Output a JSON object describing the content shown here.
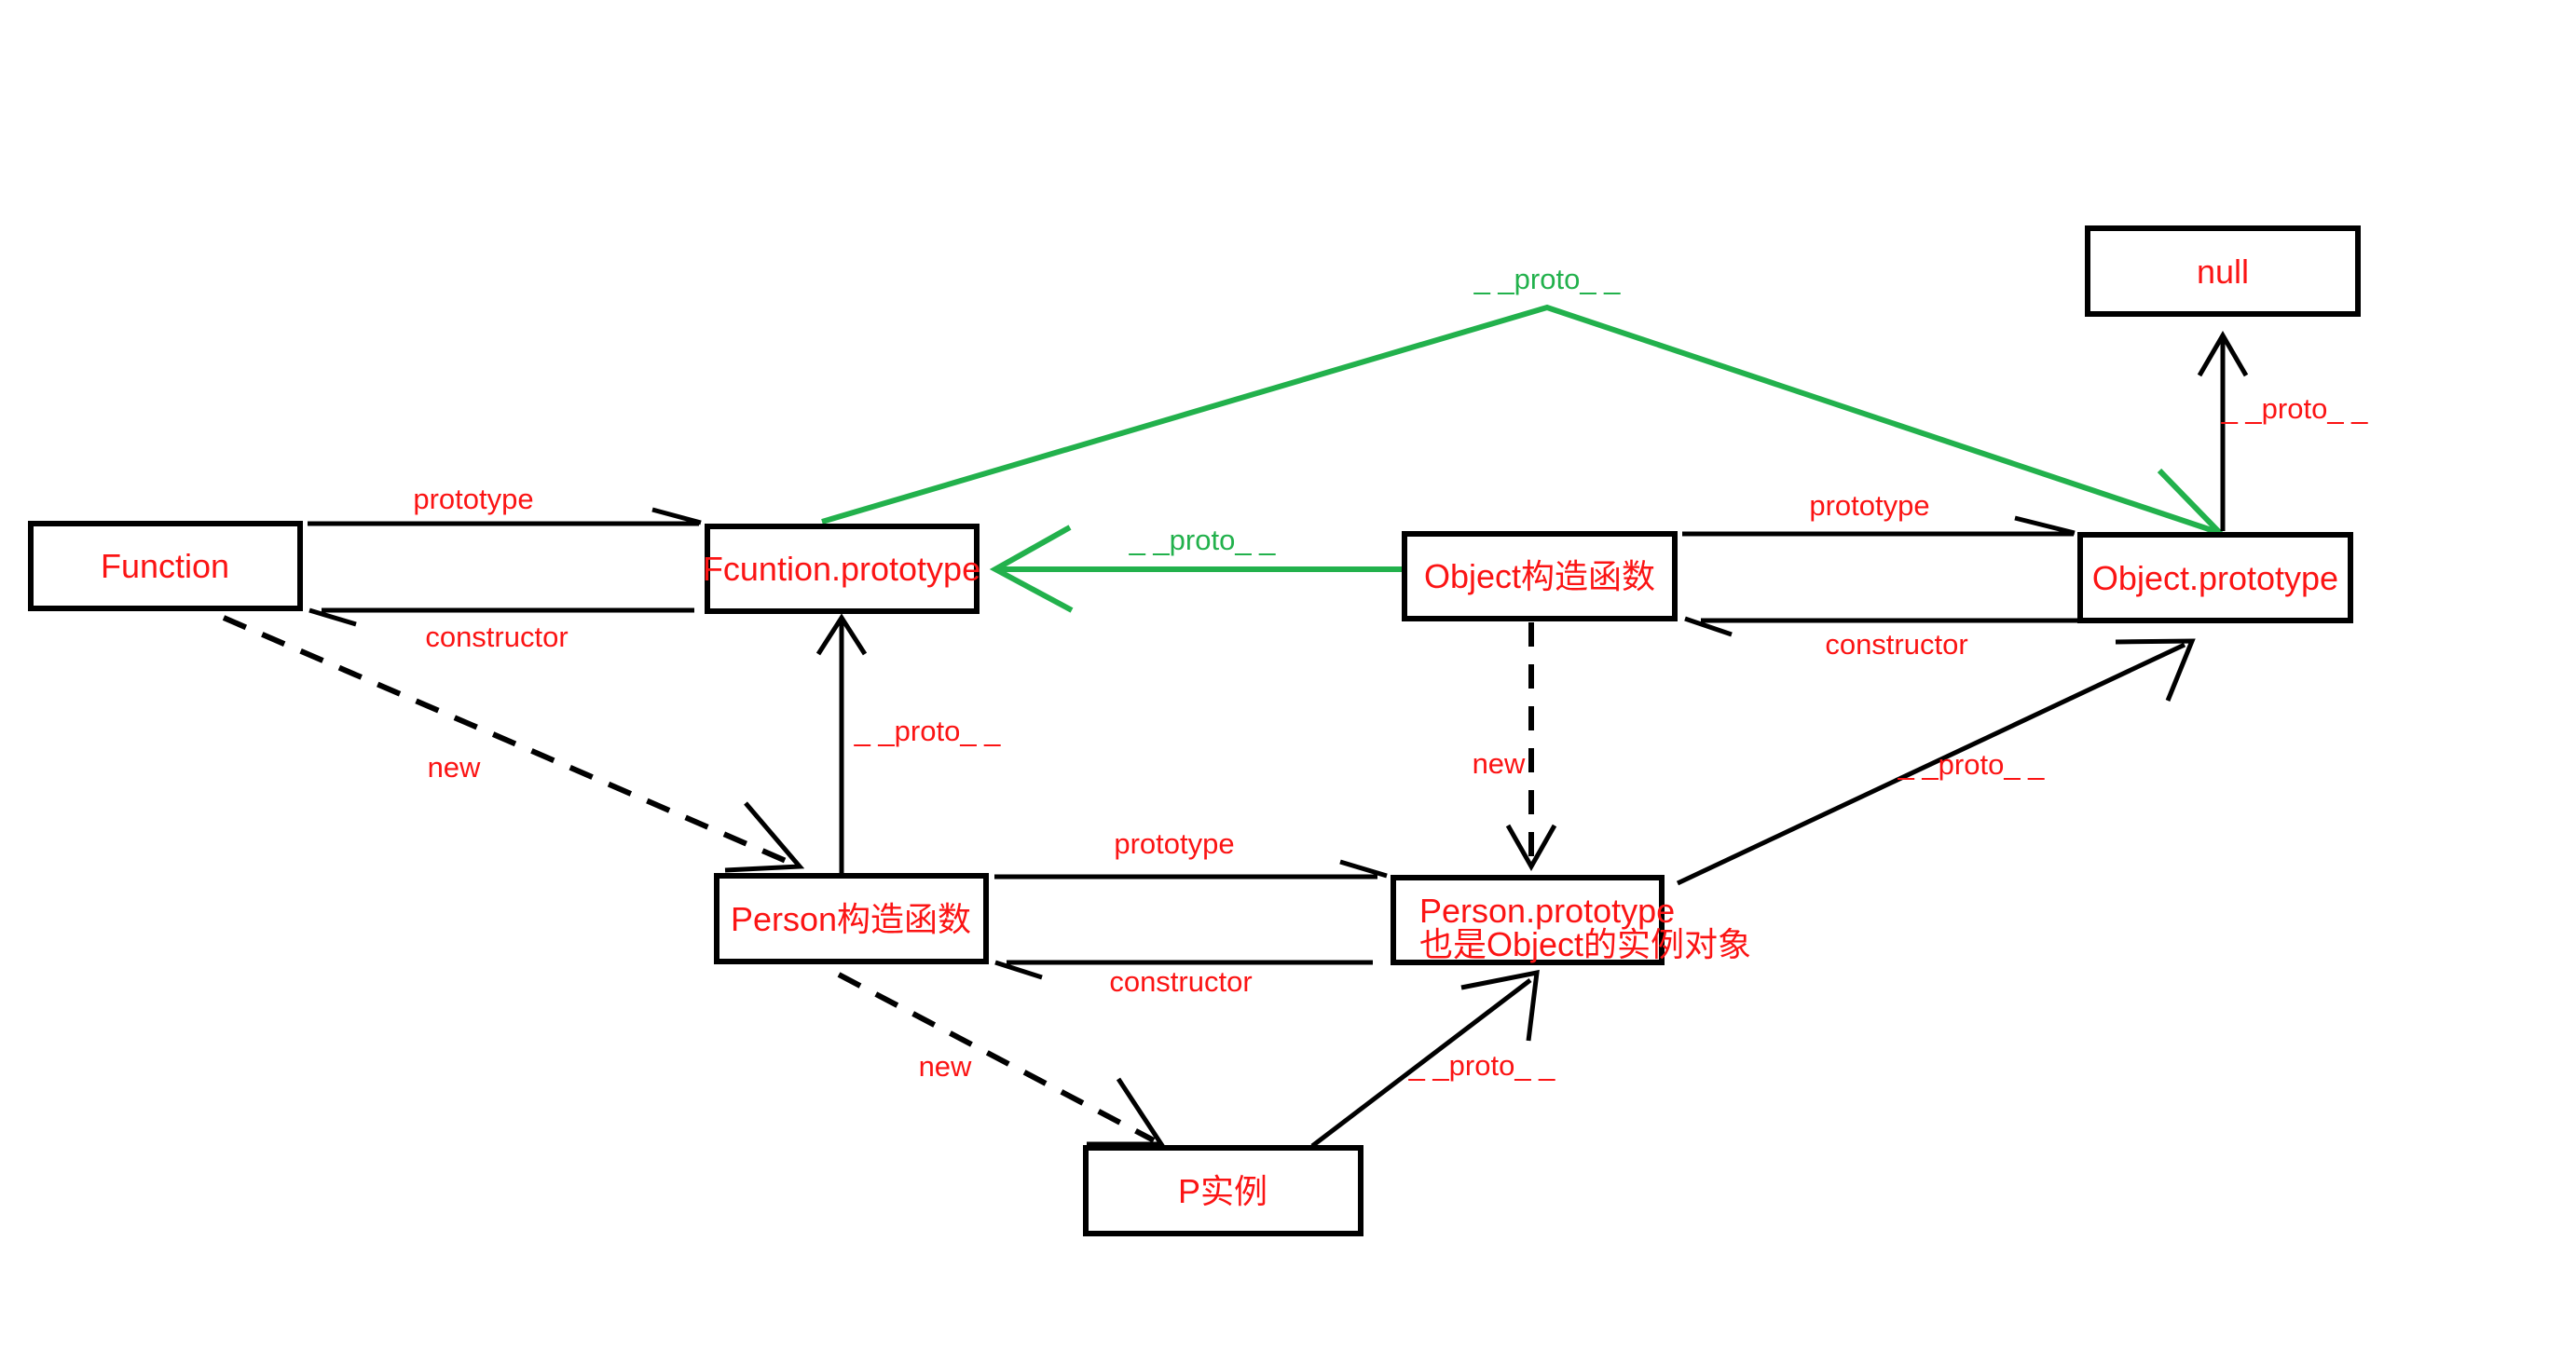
{
  "diagram": {
    "title_hint": "JavaScript prototype chain diagram",
    "colors": {
      "red": "#fb1414",
      "green": "#22b14c",
      "black": "#000000",
      "background": "#ffffff"
    },
    "nodes": {
      "function": {
        "label": "Function"
      },
      "fcuntion_prototype": {
        "label": "Fcuntion.prototype"
      },
      "object_constructor": {
        "label": "Object构造函数"
      },
      "object_prototype": {
        "label": "Object.prototype"
      },
      "null_value": {
        "label": "null"
      },
      "person_constructor": {
        "label": "Person构造函数"
      },
      "person_prototype": {
        "label": "Person.prototype",
        "label2": "也是Object的实例对象"
      },
      "p_instance": {
        "label": "P实例"
      }
    },
    "edge_labels": {
      "prototype_function": "prototype",
      "constructor_function": "constructor",
      "prototype_object": "prototype",
      "constructor_object": "constructor",
      "prototype_person": "prototype",
      "constructor_person": "constructor",
      "new_function": "new",
      "new_object": "new",
      "new_person": "new",
      "proto_green_top": "_ _proto_ _",
      "proto_green_mid": "_ _proto_ _",
      "proto_person_ctor": "_ _proto_ _",
      "proto_null": "_ _proto_ _",
      "proto_object": "_ _proto_ _",
      "proto_p_instance": "_ _proto_ _"
    }
  }
}
